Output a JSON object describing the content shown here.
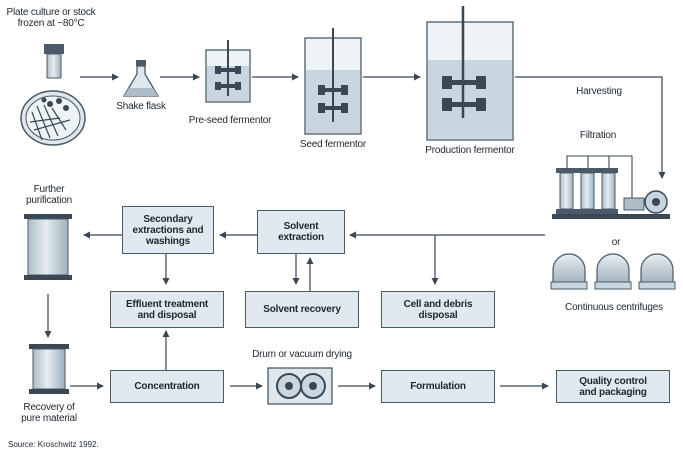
{
  "labels": {
    "plate_culture_line1": "Plate culture or stock",
    "plate_culture_line2": "frozen at −80°C",
    "shake_flask": "Shake flask",
    "preseed_fermentor": "Pre-seed fermentor",
    "seed_fermentor": "Seed fermentor",
    "production_fermentor": "Production fermentor",
    "harvesting": "Harvesting",
    "filtration": "Filtration",
    "or": "or",
    "continuous_centrifuges": "Continuous centrifuges",
    "further_purification_line1": "Further",
    "further_purification_line2": "purification",
    "recovery_line1": "Recovery of",
    "recovery_line2": "pure material",
    "drum_drying": "Drum or vacuum drying"
  },
  "boxes": {
    "secondary_extractions_line1": "Secondary",
    "secondary_extractions_line2": "extractions and",
    "secondary_extractions_line3": "washings",
    "solvent_extraction_line1": "Solvent",
    "solvent_extraction_line2": "extraction",
    "effluent_line1": "Effluent treatment",
    "effluent_line2": "and disposal",
    "solvent_recovery": "Solvent recovery",
    "cell_debris_line1": "Cell and debris",
    "cell_debris_line2": "disposal",
    "concentration": "Concentration",
    "formulation": "Formulation",
    "quality_line1": "Quality control",
    "quality_line2": "and packaging"
  },
  "source": "Source: Kroschwitz 1992.",
  "colors": {
    "line": "#4a5a68",
    "box_fill": "#e1e9ef",
    "vessel_fill": "#c9d6df",
    "dark": "#3a4856"
  }
}
